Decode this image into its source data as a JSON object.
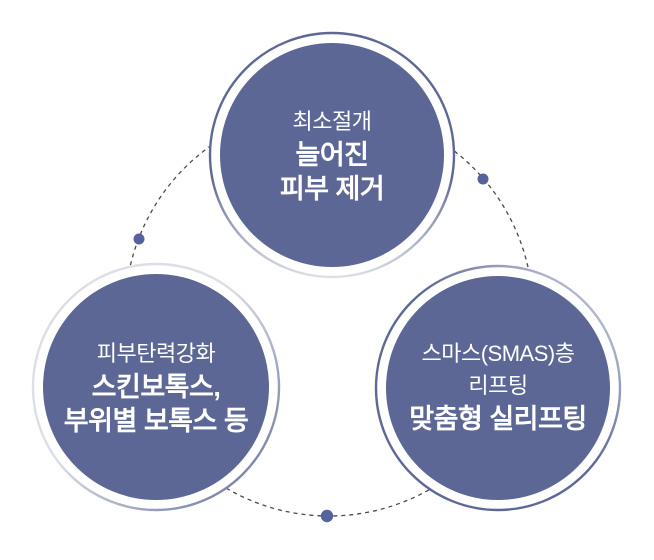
{
  "diagram": {
    "title": "lifting-procedures-cycle-diagram",
    "colors": {
      "background": "#ffffff",
      "circle_fill": "#5d6795",
      "ring_gap": "#ffffff",
      "ring_dark": "#5e6896",
      "ring_light": "#dcdfe6",
      "dot_color": "#55639c",
      "dash_color": "#4a4a4a",
      "text_color": "#ffffff"
    },
    "nodes": [
      {
        "id": "top",
        "lines": [
          {
            "text": "최소절개"
          },
          {
            "text": "늘어진"
          },
          {
            "text": "피부 제거"
          }
        ]
      },
      {
        "id": "bottom-left",
        "lines": [
          {
            "text": "피부탄력강화"
          },
          {
            "text": "스킨보톡스,"
          },
          {
            "text": "부위별 보톡스 등"
          }
        ]
      },
      {
        "id": "bottom-right",
        "lines": [
          {
            "text": "스마스(SMAS)층"
          },
          {
            "text": "리프팅"
          },
          {
            "text": "맞춤형 실리프팅"
          }
        ]
      }
    ]
  }
}
